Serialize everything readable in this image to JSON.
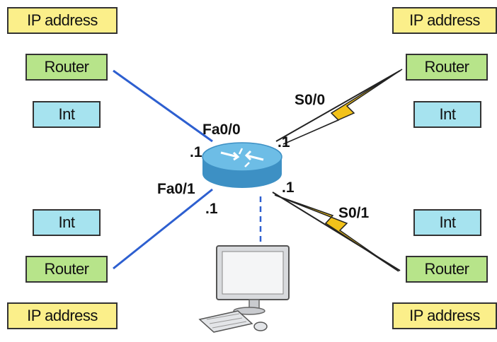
{
  "top_left": {
    "ip": "IP address",
    "router": "Router",
    "int": "Int"
  },
  "top_right": {
    "ip": "IP address",
    "router": "Router",
    "int": "Int"
  },
  "bottom_left": {
    "int": "Int",
    "router": "Router",
    "ip": "IP address"
  },
  "bottom_right": {
    "int": "Int",
    "router": "Router",
    "ip": "IP address"
  },
  "interfaces": {
    "fa00": "Fa0/0",
    "fa01": "Fa0/1",
    "s00": "S0/0",
    "s01": "S0/1"
  },
  "addresses": {
    "fa00_host": ".1",
    "fa01_host": ".1",
    "s00_host": ".1",
    "s01_host": ".1"
  },
  "colors": {
    "ethernet_link": "#2d5fd0",
    "serial_link": "#f2c21a",
    "ip_box": "#fbef8a",
    "router_box": "#b7e48a",
    "int_box": "#a6e3ef",
    "router_body": "#5fb2dd"
  },
  "icons": {
    "central_router": "router-icon",
    "workstation": "computer-icon"
  }
}
